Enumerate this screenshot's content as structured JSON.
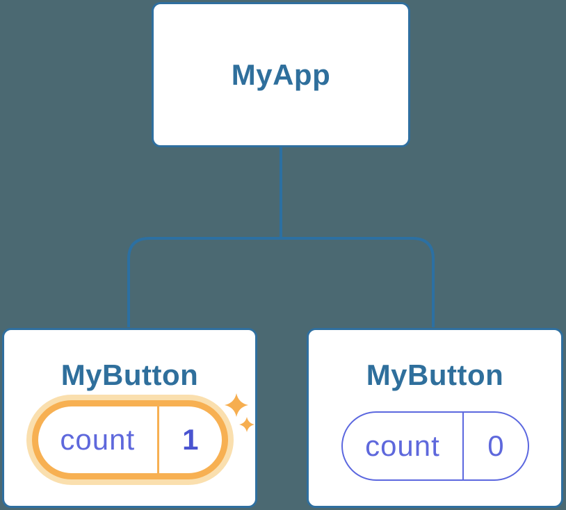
{
  "diagram": {
    "description": "React component tree with state",
    "root": {
      "label": "MyApp"
    },
    "children": [
      {
        "label": "MyButton",
        "state_key": "count",
        "state_value": "1",
        "highlighted": true
      },
      {
        "label": "MyButton",
        "state_key": "count",
        "state_value": "0",
        "highlighted": false
      }
    ]
  },
  "icons": {
    "sparkle": "sparkle-icon"
  },
  "colors": {
    "bg": "#4B6972",
    "card-border": "#2F6F9F",
    "node-title": "#2F6F9C",
    "connector": "#2C70A2",
    "state-border": "#5B67DF",
    "state-text": "#5E68DC",
    "state-value-highlight": "#4A54D0",
    "highlight-ring": "#F7B052",
    "highlight-glow": "#FADFAE",
    "sparkle": "#F6AE50"
  }
}
